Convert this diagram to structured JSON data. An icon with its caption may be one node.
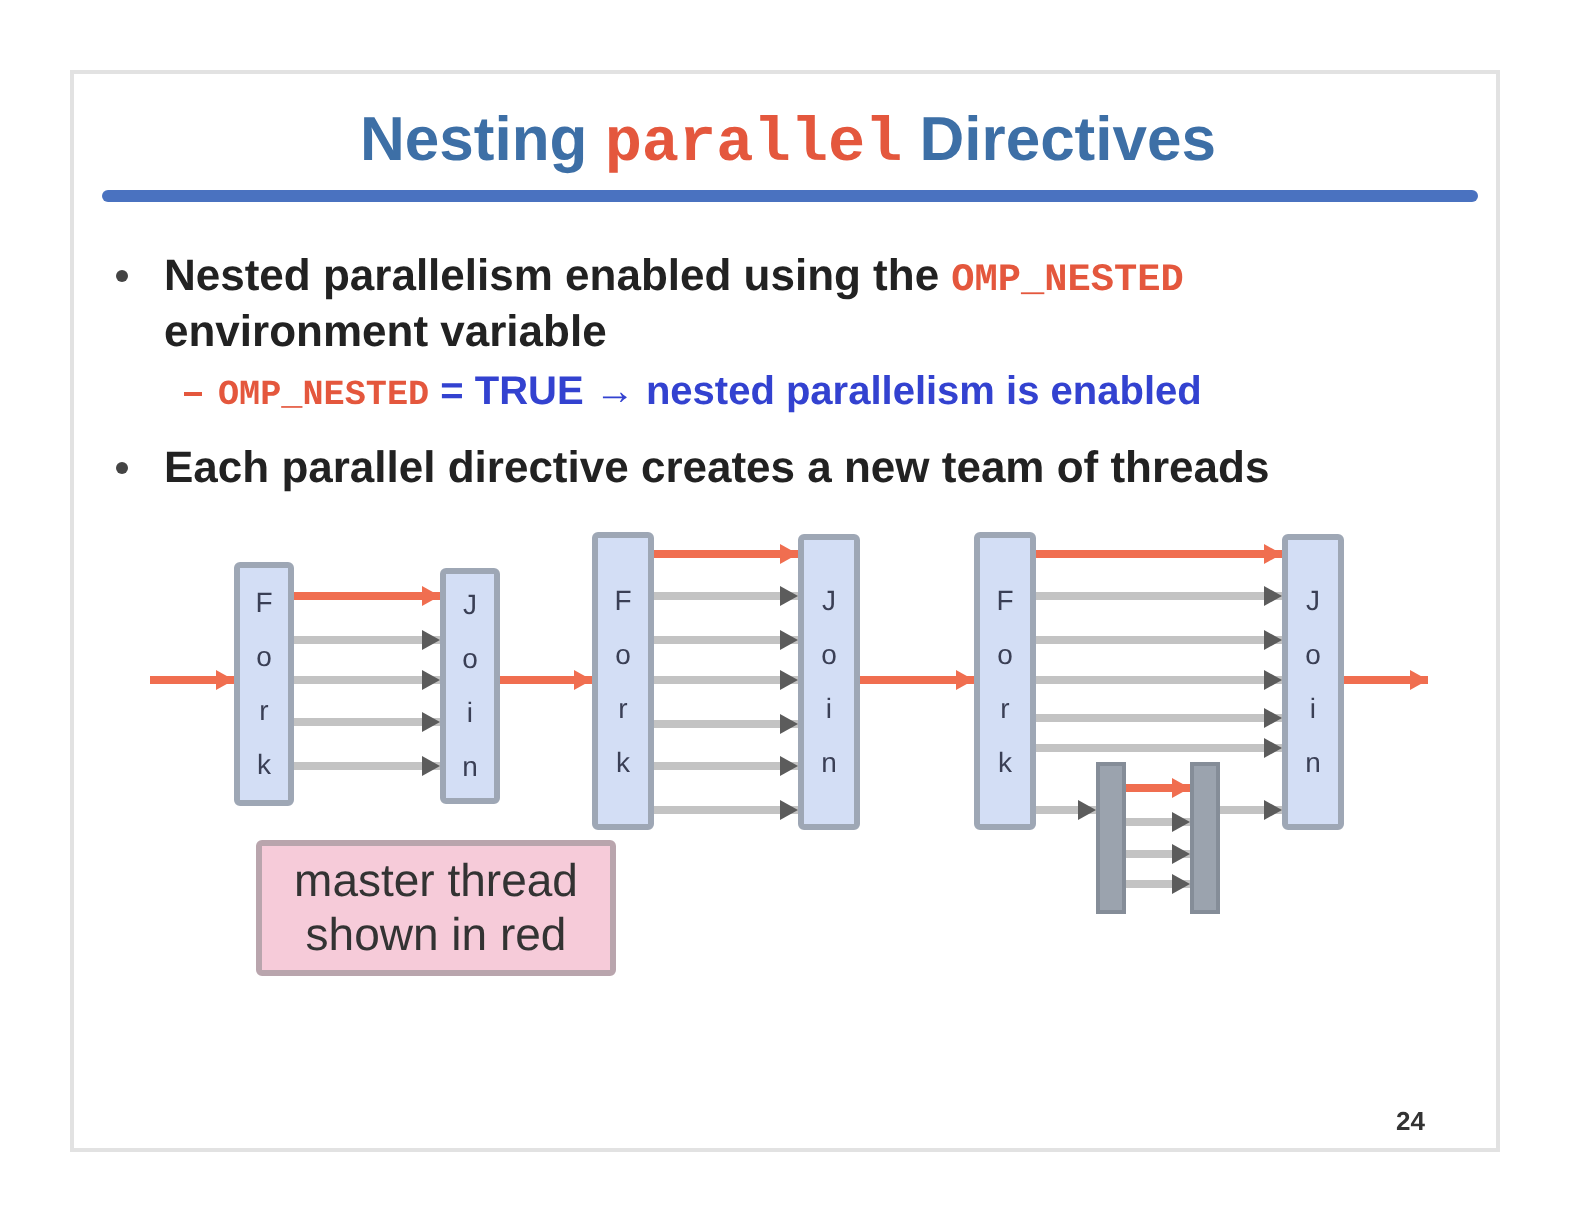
{
  "diagram": {
    "title": "Nesting **parallel** Directives",
    "nodes": [
      {
        "text": [
          "F o r k"
        ]
      },
      {
        "text": [
          "J o i n"
        ]
      },
      {
        "text": [
          "F o r k"
        ]
      },
      {
        "text": [
          "J o i n"
        ]
      },
      {
        "text": [
          "F o r k"
        ]
      },
      {
        "text": [],
        "shape": "bar"
      },
      {
        "text": [],
        "shape": "bar"
      },
      {
        "text": [
          "J o i n"
        ]
      },
      {
        "text": [
          "master thread shown in red"
        ]
      }
    ],
    "edges": [
      {
        "from": null,
        "to": 0,
        "arrow": "to",
        "color": "#f06e50"
      },
      {
        "from": 0,
        "to": 1,
        "arrow": "to",
        "color": "#f06e50"
      },
      {
        "from": 0,
        "to": 1,
        "arrow": "to"
      },
      {
        "from": 0,
        "to": 1,
        "arrow": "to"
      },
      {
        "from": 0,
        "to": 1,
        "arrow": "to"
      },
      {
        "from": 0,
        "to": 1,
        "arrow": "to"
      },
      {
        "from": 1,
        "to": 2,
        "arrow": "to",
        "color": "#f06e50"
      },
      {
        "from": 2,
        "to": 3,
        "arrow": "to",
        "color": "#f06e50"
      },
      {
        "from": 2,
        "to": 3,
        "arrow": "to"
      },
      {
        "from": 2,
        "to": 3,
        "arrow": "to"
      },
      {
        "from": 2,
        "to": 3,
        "arrow": "to"
      },
      {
        "from": 2,
        "to": 3,
        "arrow": "to"
      },
      {
        "from": 2,
        "to": 3,
        "arrow": "to"
      },
      {
        "from": 2,
        "to": 3,
        "arrow": "to"
      },
      {
        "from": 3,
        "to": 4,
        "arrow": "to",
        "color": "#f06e50"
      },
      {
        "from": 4,
        "to": 7,
        "arrow": "to",
        "color": "#f06e50"
      },
      {
        "from": 4,
        "to": 7,
        "arrow": "to"
      },
      {
        "from": 4,
        "to": 7,
        "arrow": "to"
      },
      {
        "from": 4,
        "to": 7,
        "arrow": "to"
      },
      {
        "from": 4,
        "to": 7,
        "arrow": "to"
      },
      {
        "from": 4,
        "to": 7,
        "arrow": "to"
      },
      {
        "from": 4,
        "to": 5,
        "arrow": "to"
      },
      {
        "from": 5,
        "to": 6,
        "arrow": "to",
        "color": "#f06e50"
      },
      {
        "from": 5,
        "to": 6,
        "arrow": "to"
      },
      {
        "from": 5,
        "to": 6,
        "arrow": "to"
      },
      {
        "from": 5,
        "to": 6,
        "arrow": "to"
      },
      {
        "from": 6,
        "to": 7,
        "arrow": "to"
      },
      {
        "from": 7,
        "to": null,
        "arrow": "to",
        "color": "#f06e50"
      }
    ],
    "labels": [
      "Nested parallelism enabled using the **OMP_NESTED** environment variable",
      "**OMP_NESTED** = TRUE → nested parallelism is enabled",
      "Each parallel directive creates a new team of threads",
      "24"
    ]
  }
}
